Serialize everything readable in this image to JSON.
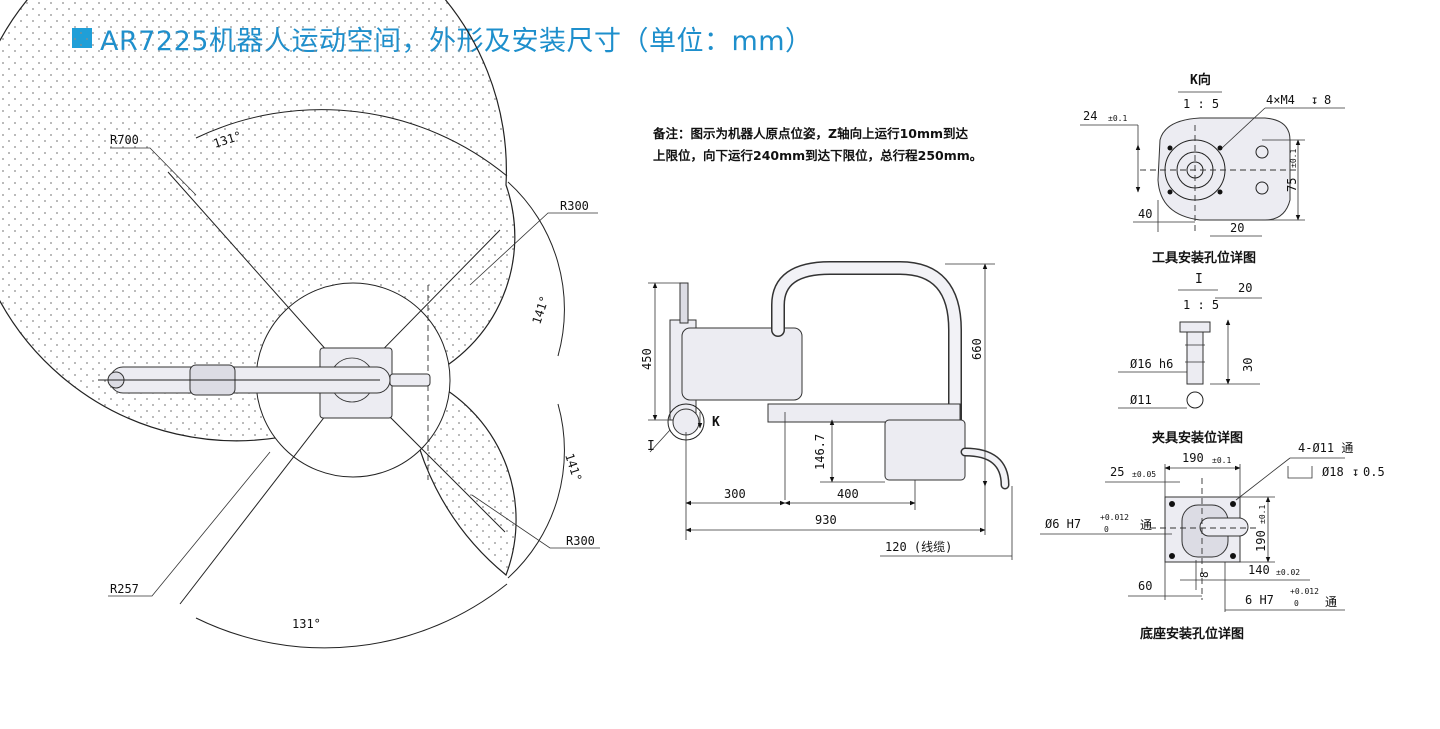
{
  "header": {
    "title": "AR7225机器人运动空间，外形及安装尺寸（单位：mm）",
    "accent_color": "#1f9fd8",
    "icon": "square-bullet-icon"
  },
  "workspace_view": {
    "labels": {
      "r700": "R700",
      "r300_top": "R300",
      "r300_bottom": "R300",
      "r257": "R257",
      "angle_131_top": "131°",
      "angle_131_bottom": "131°",
      "angle_141_top": "141°",
      "angle_141_bottom": "141°"
    }
  },
  "note": {
    "line1": "备注：图示为机器人原点位姿，Z轴向上运行10mm到达",
    "line2": "上限位，向下运行240mm到达下限位，总行程250mm。"
  },
  "side_view": {
    "labels": {
      "h450": "450",
      "h660": "660",
      "h146_7": "146.7",
      "w300": "300",
      "w400": "400",
      "w930": "930",
      "cable": "120 (线缆)",
      "k_mark": "K",
      "i_mark": "I"
    }
  },
  "k_view": {
    "title": "K向",
    "scale": "1 : 5",
    "holes": "4×M4",
    "depth": "8",
    "d24": "24",
    "tol24": "±0.1",
    "d75": "75",
    "tol75": "±0.1",
    "d40": "40",
    "d20": "20",
    "caption": "工具安装孔位详图"
  },
  "i_view": {
    "title": "I",
    "scale": "1 : 5",
    "d20": "20",
    "d30": "30",
    "phi16": "Ø16 h6",
    "phi11": "Ø11",
    "caption": "夹具安装位详图"
  },
  "base_view": {
    "holes": "4-Ø11 通",
    "counterbore": "Ø18",
    "counterbore_depth": "0.5",
    "d25": "25",
    "tol25": "±0.05",
    "d190_top": "190",
    "tol190_top": "±0.1",
    "d190_side": "190",
    "tol190_side": "±0.1",
    "phi6_left": "Ø6 H7",
    "fit_upper": "+0.012",
    "fit_lower": "0",
    "through": "通",
    "d8": "8",
    "d140": "140",
    "tol140": "±0.02",
    "d60": "60",
    "phi6_bottom": "6 H7",
    "caption": "底座安装孔位详图"
  }
}
